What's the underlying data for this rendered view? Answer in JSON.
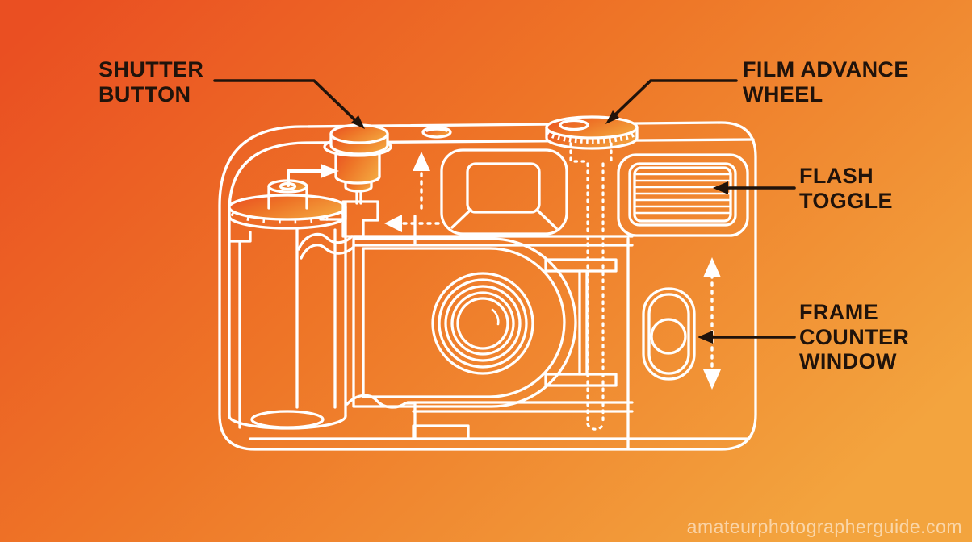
{
  "palette": {
    "background_left": "#ea4f22",
    "background_mid": "#ee7527",
    "background_right": "#f3a43e",
    "line_color": "#ffffff",
    "label_color": "#20130b"
  },
  "diagram": {
    "subject": "disposable-camera-cutaway",
    "parts": [
      "camera-body",
      "film-canister",
      "film-spool",
      "shutter-button",
      "film-advance-wheel",
      "viewfinder",
      "flash-panel",
      "lens",
      "film-path",
      "sprocket-bracket",
      "frame-counter-window"
    ],
    "labels": {
      "shutter": {
        "line1": "SHUTTER",
        "line2": "BUTTON"
      },
      "film_advance": {
        "line1": "FILM ADVANCE",
        "line2": "WHEEL"
      },
      "flash": {
        "line1": "FLASH",
        "line2": "TOGGLE"
      },
      "frame_counter": {
        "line1": "FRAME",
        "line2": "COUNTER",
        "line3": "WINDOW"
      }
    }
  },
  "watermark": {
    "text": "amateurphotographerguide.com"
  }
}
